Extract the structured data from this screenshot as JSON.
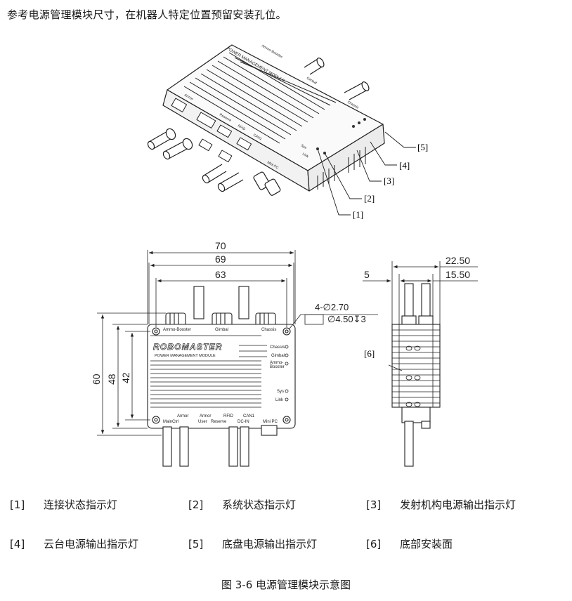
{
  "intro_text": "参考电源管理模块尺寸，在机器人特定位置预留安装孔位。",
  "device": {
    "brand": "ROBOMASTER",
    "module_name": "POWER MANAGEMENT MODULE",
    "top_ports": [
      "Ammo-Booster",
      "Gimbal",
      "Chassis"
    ],
    "bottom_ports_upper": [
      "Armor",
      "Armor",
      "RFID",
      "CAN1"
    ],
    "bottom_ports_lower": [
      "MainCtrl",
      "User",
      "Reserve",
      "DC-IN",
      "Mini PC"
    ],
    "indicators": [
      "Chassis",
      "Gimbal",
      "Ammo-\nBooster",
      "Sys",
      "Link"
    ]
  },
  "callouts": [
    "[5]",
    "[4]",
    "[3]",
    "[2]",
    "[1]",
    "[6]"
  ],
  "dimensions": {
    "front": {
      "width_overall": "70",
      "width_body": "69",
      "width_holes": "63",
      "height_overall": "60",
      "height_body": "48",
      "height_holes": "42",
      "hole_spec_line1": "4-∅2.70",
      "hole_spec_line2": "∅4.50↧3"
    },
    "side": {
      "left_offset": "5",
      "total": "22.50",
      "partial": "15.50"
    }
  },
  "legend": [
    {
      "num": "[1]",
      "label": "连接状态指示灯"
    },
    {
      "num": "[2]",
      "label": "系统状态指示灯"
    },
    {
      "num": "[3]",
      "label": "发射机构电源输出指示灯"
    },
    {
      "num": "[4]",
      "label": "云台电源输出指示灯"
    },
    {
      "num": "[5]",
      "label": "底盘电源输出指示灯"
    },
    {
      "num": "[6]",
      "label": "底部安装面"
    }
  ],
  "caption": "图 3-6  电源管理模块示意图"
}
